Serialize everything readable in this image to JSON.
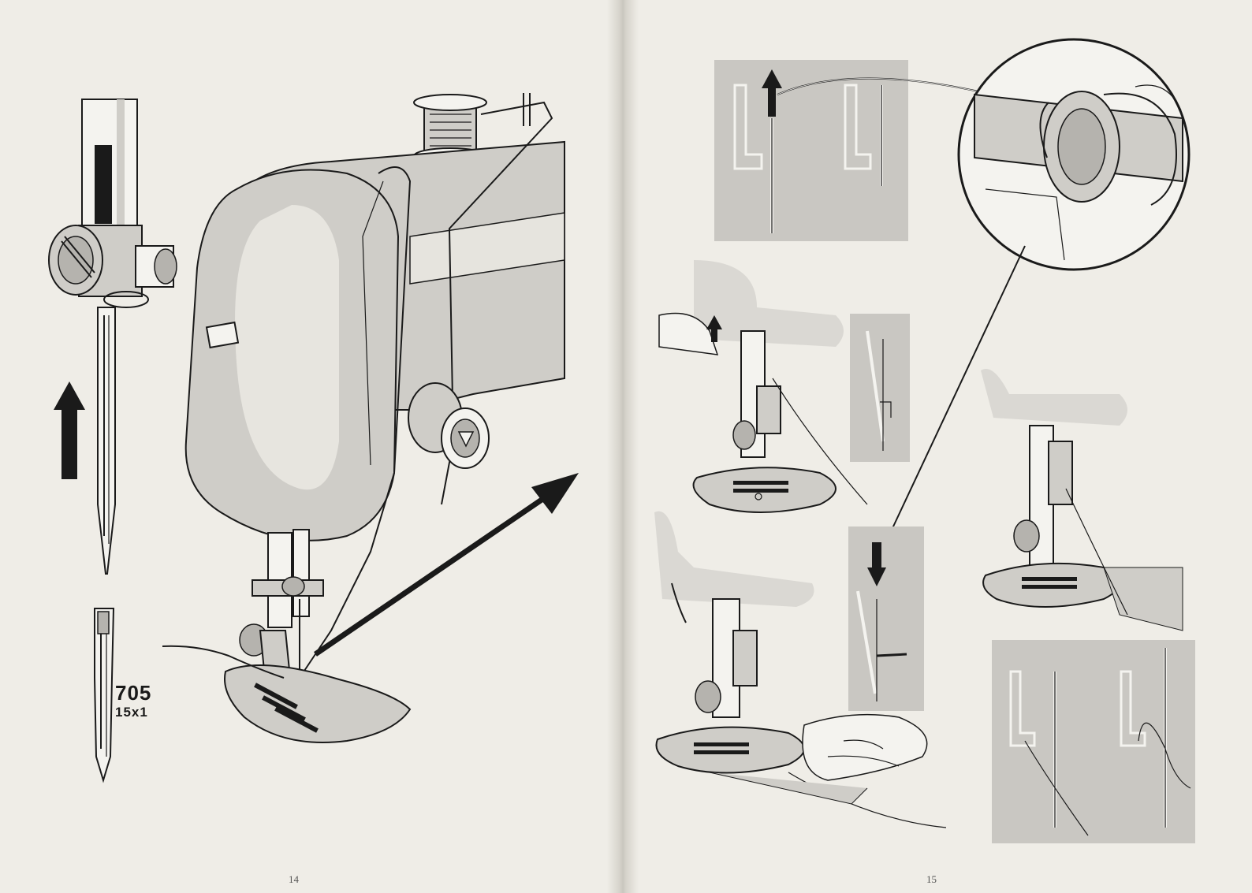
{
  "needle": {
    "system_number": "705",
    "size_label": "15x1"
  },
  "pages": {
    "left_number": "14",
    "right_number": "15"
  },
  "colors": {
    "paper": "#efede7",
    "panel_gray": "#c9c7c2",
    "ink": "#1a1a1a"
  }
}
